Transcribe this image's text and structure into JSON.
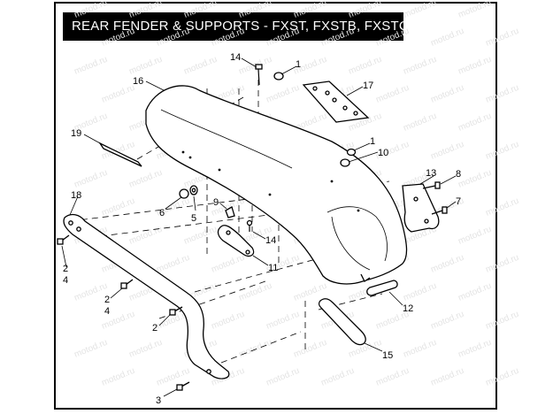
{
  "title": "REAR FENDER & SUPPORTS - FXST, FXSTB, FXSTC",
  "watermark": "motod.ru",
  "callouts": {
    "c1a": "1",
    "c1b": "1",
    "c2a": "2",
    "c2b": "2",
    "c2c": "2",
    "c3": "3",
    "c4a": "4",
    "c4b": "4",
    "c5": "5",
    "c6": "6",
    "c7": "7",
    "c8": "8",
    "c9": "9",
    "c10": "10",
    "c11": "11",
    "c12": "12",
    "c13": "13",
    "c14a": "14",
    "c14b": "14",
    "c15": "15",
    "c16": "16",
    "c17": "17",
    "c18": "18",
    "c19": "19"
  }
}
